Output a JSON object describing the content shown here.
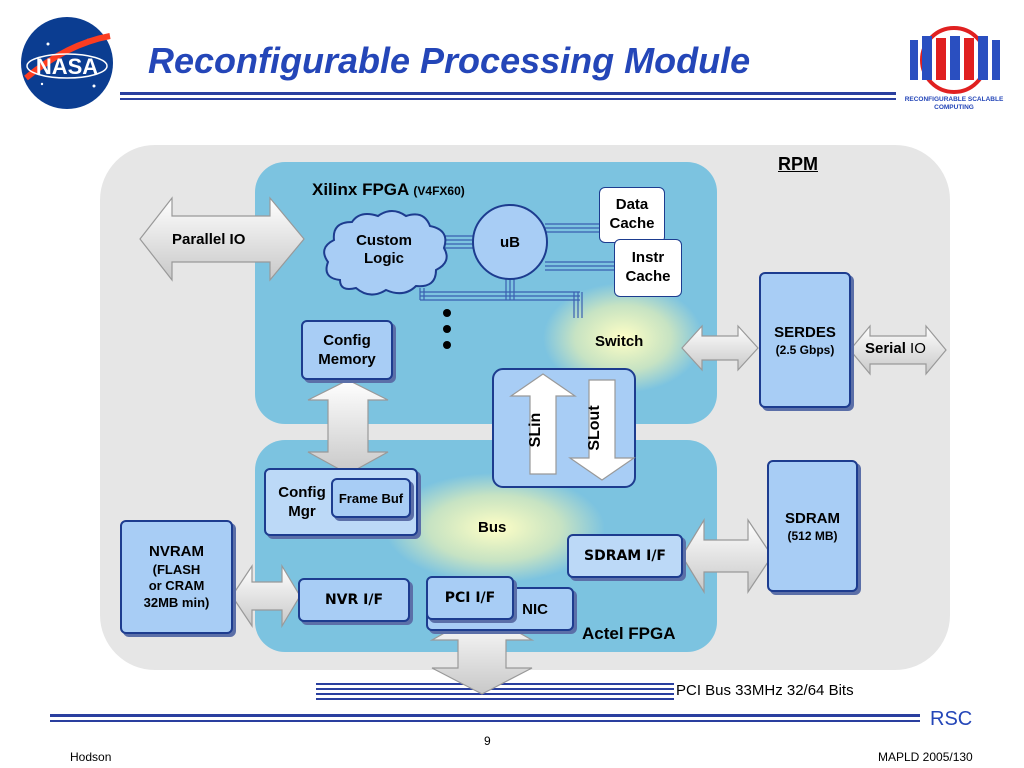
{
  "title": "Reconfigurable Processing Module",
  "logo_left": "NASA",
  "logo_right_text": "RECONFIGURABLE SCALABLE COMPUTING",
  "rpm_label": "RPM",
  "xilinx_label": "Xilinx FPGA",
  "xilinx_model": "(V4FX60)",
  "actel_label": "Actel FPGA",
  "parallel_io": "Parallel IO",
  "custom_logic": [
    "Custom",
    "Logic"
  ],
  "ub": "uB",
  "data_cache": [
    "Data",
    "Cache"
  ],
  "instr_cache": [
    "Instr",
    "Cache"
  ],
  "switch": "Switch",
  "config_memory": [
    "Config",
    "Memory"
  ],
  "slin": "SLin",
  "slout": "SLout",
  "serdes": "SERDES",
  "serdes_rate": "(2.5 Gbps)",
  "serial_io_bold": "Serial",
  "serial_io_rest": " IO",
  "config_mgr": [
    "Config",
    "Mgr"
  ],
  "frame_buf": "Frame Buf",
  "bus": "Bus",
  "sdram": "SDRAM",
  "sdram_size": "(512 MB)",
  "sdram_if": "SDRAM I/F",
  "nvram": [
    "NVRAM",
    "(FLASH",
    "or CRAM",
    "32MB min)"
  ],
  "nvr_if": "NVR I/F",
  "pci_if": "PCI I/F",
  "nic": "NIC",
  "pci_bus": "PCI Bus 33MHz 32/64 Bits",
  "rsc": "RSC",
  "page_number": "9",
  "author": "Hodson",
  "conference": "MAPLD 2005/130",
  "colors": {
    "title": "#2446b8",
    "fpga_fill": "#7cc3e0",
    "box_fill": "#a8cdf5",
    "rpm_fill": "#e6e6e6",
    "rule": "#2a3f9f"
  }
}
